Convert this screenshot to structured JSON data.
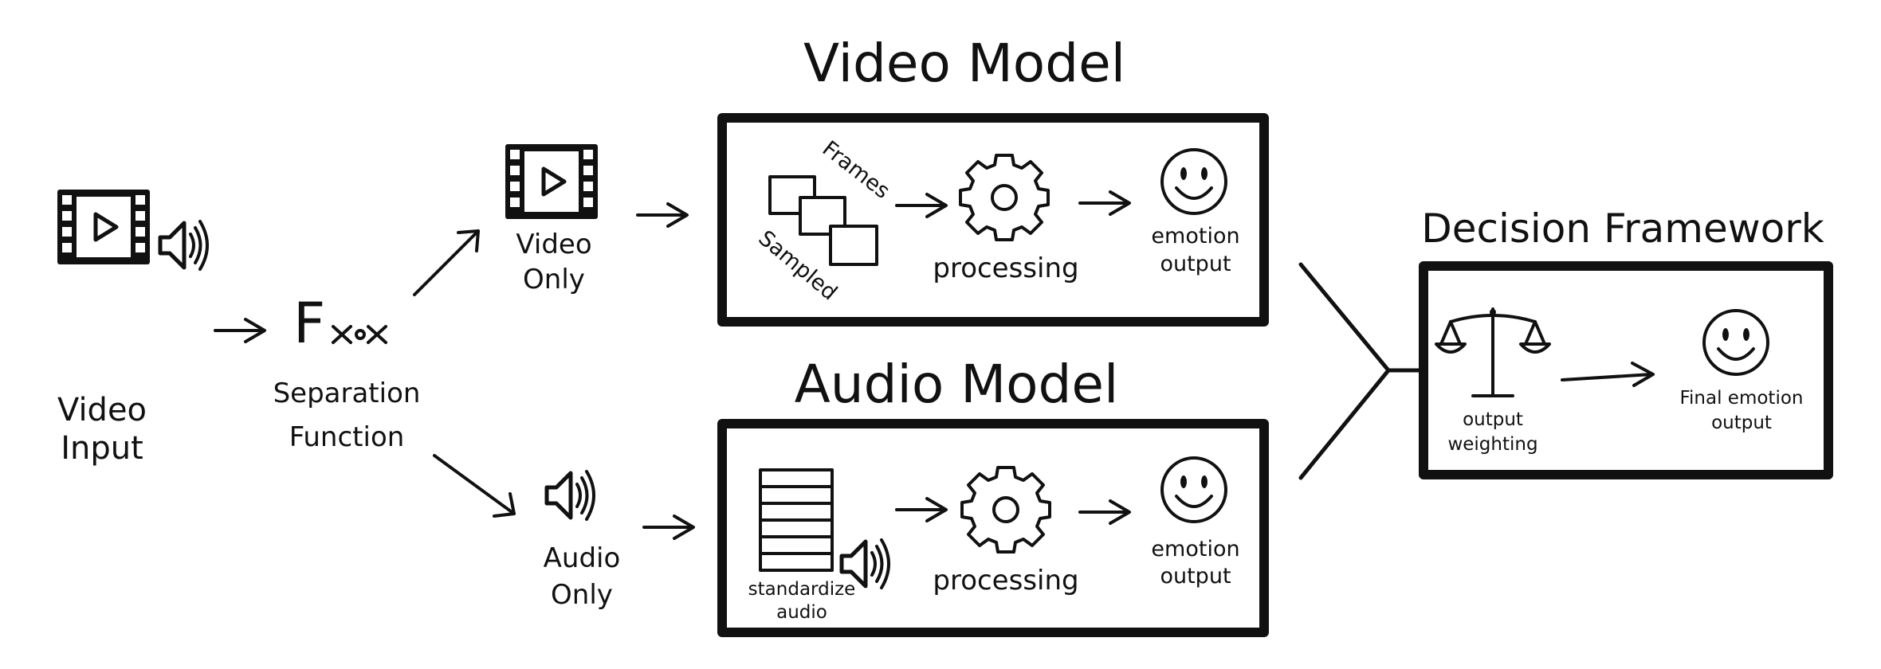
{
  "colors": {
    "ink": "#111111",
    "background": "#ffffff"
  },
  "input": {
    "video_input_label_line1": "Video",
    "video_input_label_line2": "Input",
    "icons": [
      "film-strip-icon",
      "speaker-icon"
    ]
  },
  "separation": {
    "symbol_text": "F",
    "label_line1": "Separation",
    "label_line2": "Function"
  },
  "branches": {
    "video_only_line1": "Video",
    "video_only_line2": "Only",
    "audio_only_line1": "Audio",
    "audio_only_line2": "Only"
  },
  "video_model": {
    "title": "Video Model",
    "frames_label": "Frames",
    "sampled_label": "Sampled",
    "processing_label": "processing",
    "output_line1": "emotion",
    "output_line2": "output"
  },
  "audio_model": {
    "title": "Audio Model",
    "standardize_line1": "standardize",
    "standardize_line2": "audio",
    "processing_label": "processing",
    "output_line1": "emotion",
    "output_line2": "output"
  },
  "decision": {
    "title": "Decision Framework",
    "weighting_line1": "output",
    "weighting_line2": "weighting",
    "final_line1": "Final emotion",
    "final_line2": "output"
  }
}
